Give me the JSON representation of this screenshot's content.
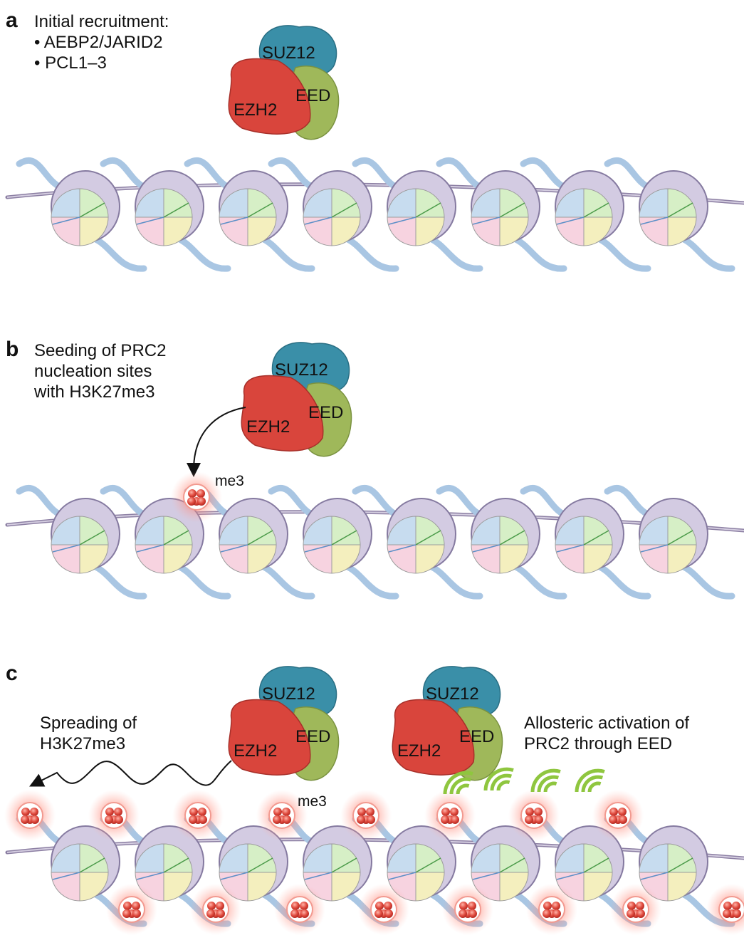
{
  "panels": [
    {
      "letter": "a",
      "caption_lines": [
        "Initial recruitment:",
        "• AEBP2/JARID2",
        "• PCL1–3"
      ]
    },
    {
      "letter": "b",
      "caption_lines": [
        "Seeding of PRC2",
        "nucleation sites",
        "with H3K27me3"
      ],
      "mark_label": "me3"
    },
    {
      "letter": "c",
      "left_caption_lines": [
        "Spreading of",
        "H3K27me3"
      ],
      "right_caption_lines": [
        "Allosteric activation of",
        "PRC2 through EED"
      ],
      "mark_label": "me3"
    }
  ],
  "prc2_subunits": {
    "suz12": "SUZ12",
    "eed": "EED",
    "ezh2": "EZH2"
  },
  "colors": {
    "suz12": "#3a8fa8",
    "eed": "#9fb85a",
    "ezh2": "#d9453c",
    "dna": "#a9c6e3",
    "fiber": "#8c7fa3",
    "histone_blue": "#c7dcef",
    "histone_green": "#d6efc6",
    "histone_yellow": "#f4efbe",
    "histone_pink": "#f7d3e0",
    "mark": "#e04b3f",
    "activation": "#8fc63f"
  }
}
